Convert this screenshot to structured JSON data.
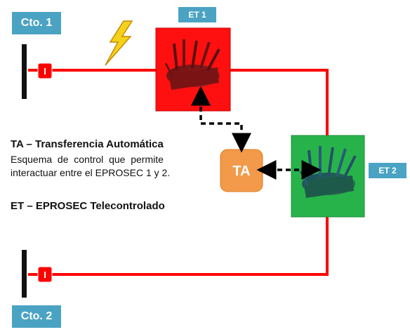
{
  "labels": {
    "cto1": "Cto. 1",
    "cto2": "Cto. 2",
    "et1": "ET 1",
    "et2": "ET 2",
    "ta": "TA",
    "switch1": "I",
    "switch2": "I"
  },
  "legend": {
    "ta_title": "TA – Transferencia Automática",
    "ta_line1": "Esquema  de  control  que  permite",
    "ta_line2": "interactuar entre el EPROSEC 1 y 2.",
    "et_title": "ET – EPROSEC Telecontrolado"
  },
  "colors": {
    "line": "#ff0000",
    "et1_box": "#ff1010",
    "et2_box": "#27b34a",
    "ta_box": "#f29a4a",
    "tag": "#4ba3c3",
    "bus": "#111111",
    "switch": "#ff0000",
    "lightning": "#f5d21a"
  },
  "icons": {
    "fault": "lightning-bolt-icon",
    "equipment": "recloser-equipment-icon"
  }
}
